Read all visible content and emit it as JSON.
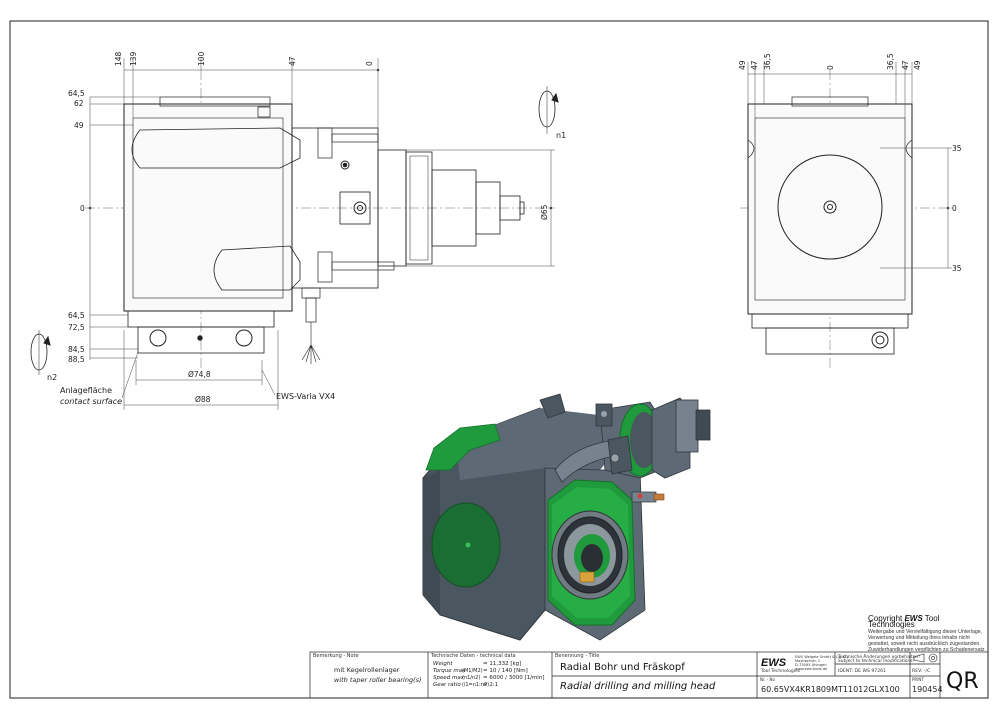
{
  "drawing": {
    "front_view": {
      "top_dims": [
        "148",
        "139",
        "100",
        "47",
        "0"
      ],
      "left_dims": [
        "64,5",
        "62",
        "49",
        "0",
        "64,5",
        "72,5",
        "84,5",
        "88,5"
      ],
      "diameter_65": "Ø65",
      "diameter_74_8": "Ø74,8",
      "diameter_88": "Ø88",
      "n1_label": "n1",
      "n2_label": "n2",
      "contact_label_de": "Anlagefläche",
      "contact_label_en": "contact surface",
      "interface_label": "EWS-Varia VX4"
    },
    "side_view": {
      "top_dims": [
        "49",
        "47",
        "36,5",
        "0",
        "36,5",
        "47",
        "49"
      ],
      "right_dims": [
        "35",
        "0",
        "35"
      ]
    }
  },
  "copyright": {
    "title_prefix": "Copyright ",
    "title_brand": "EWS",
    "title_suffix": " Tool Technologies",
    "lines": [
      "Weitergabe und Vervielfältigung dieser Unterlage,",
      "Verwertung und Mitteilung ihres Inhalts nicht",
      "gestattet, soweit nicht ausdrücklich zugestanden.",
      "Zuwiderhandlungen verpflichten zu Schadenersatz."
    ]
  },
  "title_block": {
    "note_header": "Bemerkung - Note",
    "note_de": "mit Kegelrollenlager",
    "note_en": "with taper roller bearing(s)",
    "tech_header": "Technische Daten - technical data",
    "tech_rows": [
      {
        "label": "Weight",
        "unit": "",
        "value": "= 11,332 [kg]"
      },
      {
        "label": "Torque max",
        "unit": "(M1/M2)",
        "value": "= 10 / 140 [Nm]"
      },
      {
        "label": "Speed max",
        "unit": "(n1/n2)",
        "value": "= 6000 / 3000 [1/min]"
      },
      {
        "label": "Gear ratio",
        "unit": "(i1=n1:n2)",
        "value": "= 2:1"
      }
    ],
    "title_header": "Benennung - Title",
    "title_de": "Radial Bohr und Fräskopf",
    "title_en": "Radial drilling and milling head",
    "logo": "EWS",
    "logo_sub": "Tool Technologies",
    "company_lines": [
      "EWS Weigele GmbH & Co. KG",
      "Maybachstr. 1",
      "D-73095 Uhingen",
      "www.ews-tools.de"
    ],
    "mod_de": "Technische Änderungen vorbehalten!",
    "mod_en": "Subject to technical modifications!",
    "ident": "IDENT: DE WS 97261",
    "part_no_header": "Nr. - No",
    "part_no": "60.65VX4KR1809MT11012GLX100",
    "rev": "REV: -/C",
    "date_header": "PRINT",
    "code": "190454",
    "qr": "QR"
  },
  "colors": {
    "housing_dark": "#4a5660",
    "housing_mid": "#5d6a75",
    "housing_light": "#76838e",
    "green": "#1f9a3c",
    "green_light": "#3cbf59",
    "steel": "#9aa3aa"
  }
}
